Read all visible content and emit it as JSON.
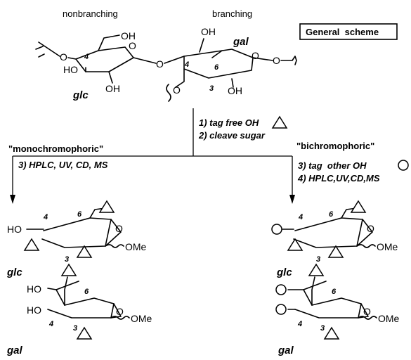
{
  "header": {
    "nonbranching": "nonbranching",
    "branching": "branching",
    "general_scheme": "General  scheme"
  },
  "top_molecule": {
    "left_ring": "glc",
    "right_ring": "gal",
    "oh": "OH",
    "ho": "HO",
    "o": "O",
    "pos4_left": "4",
    "pos4_right": "4",
    "pos6": "6",
    "pos3": "3"
  },
  "steps": {
    "step1": "1) tag free OH",
    "step2": "2) cleave sugar",
    "left_label": "\"monochromophoric\"",
    "left_step3": "3) HPLC, UV, CD, MS",
    "right_label": "\"bichromophoric\"",
    "right_step3": "3) tag  other OH",
    "right_step4": "4) HPLC,UV,CD,MS"
  },
  "products": {
    "ome": "OMe",
    "ho": "HO",
    "o": "O",
    "pos4": "4",
    "pos6": "6",
    "pos3": "3",
    "glc": "glc",
    "gal": "gal"
  }
}
